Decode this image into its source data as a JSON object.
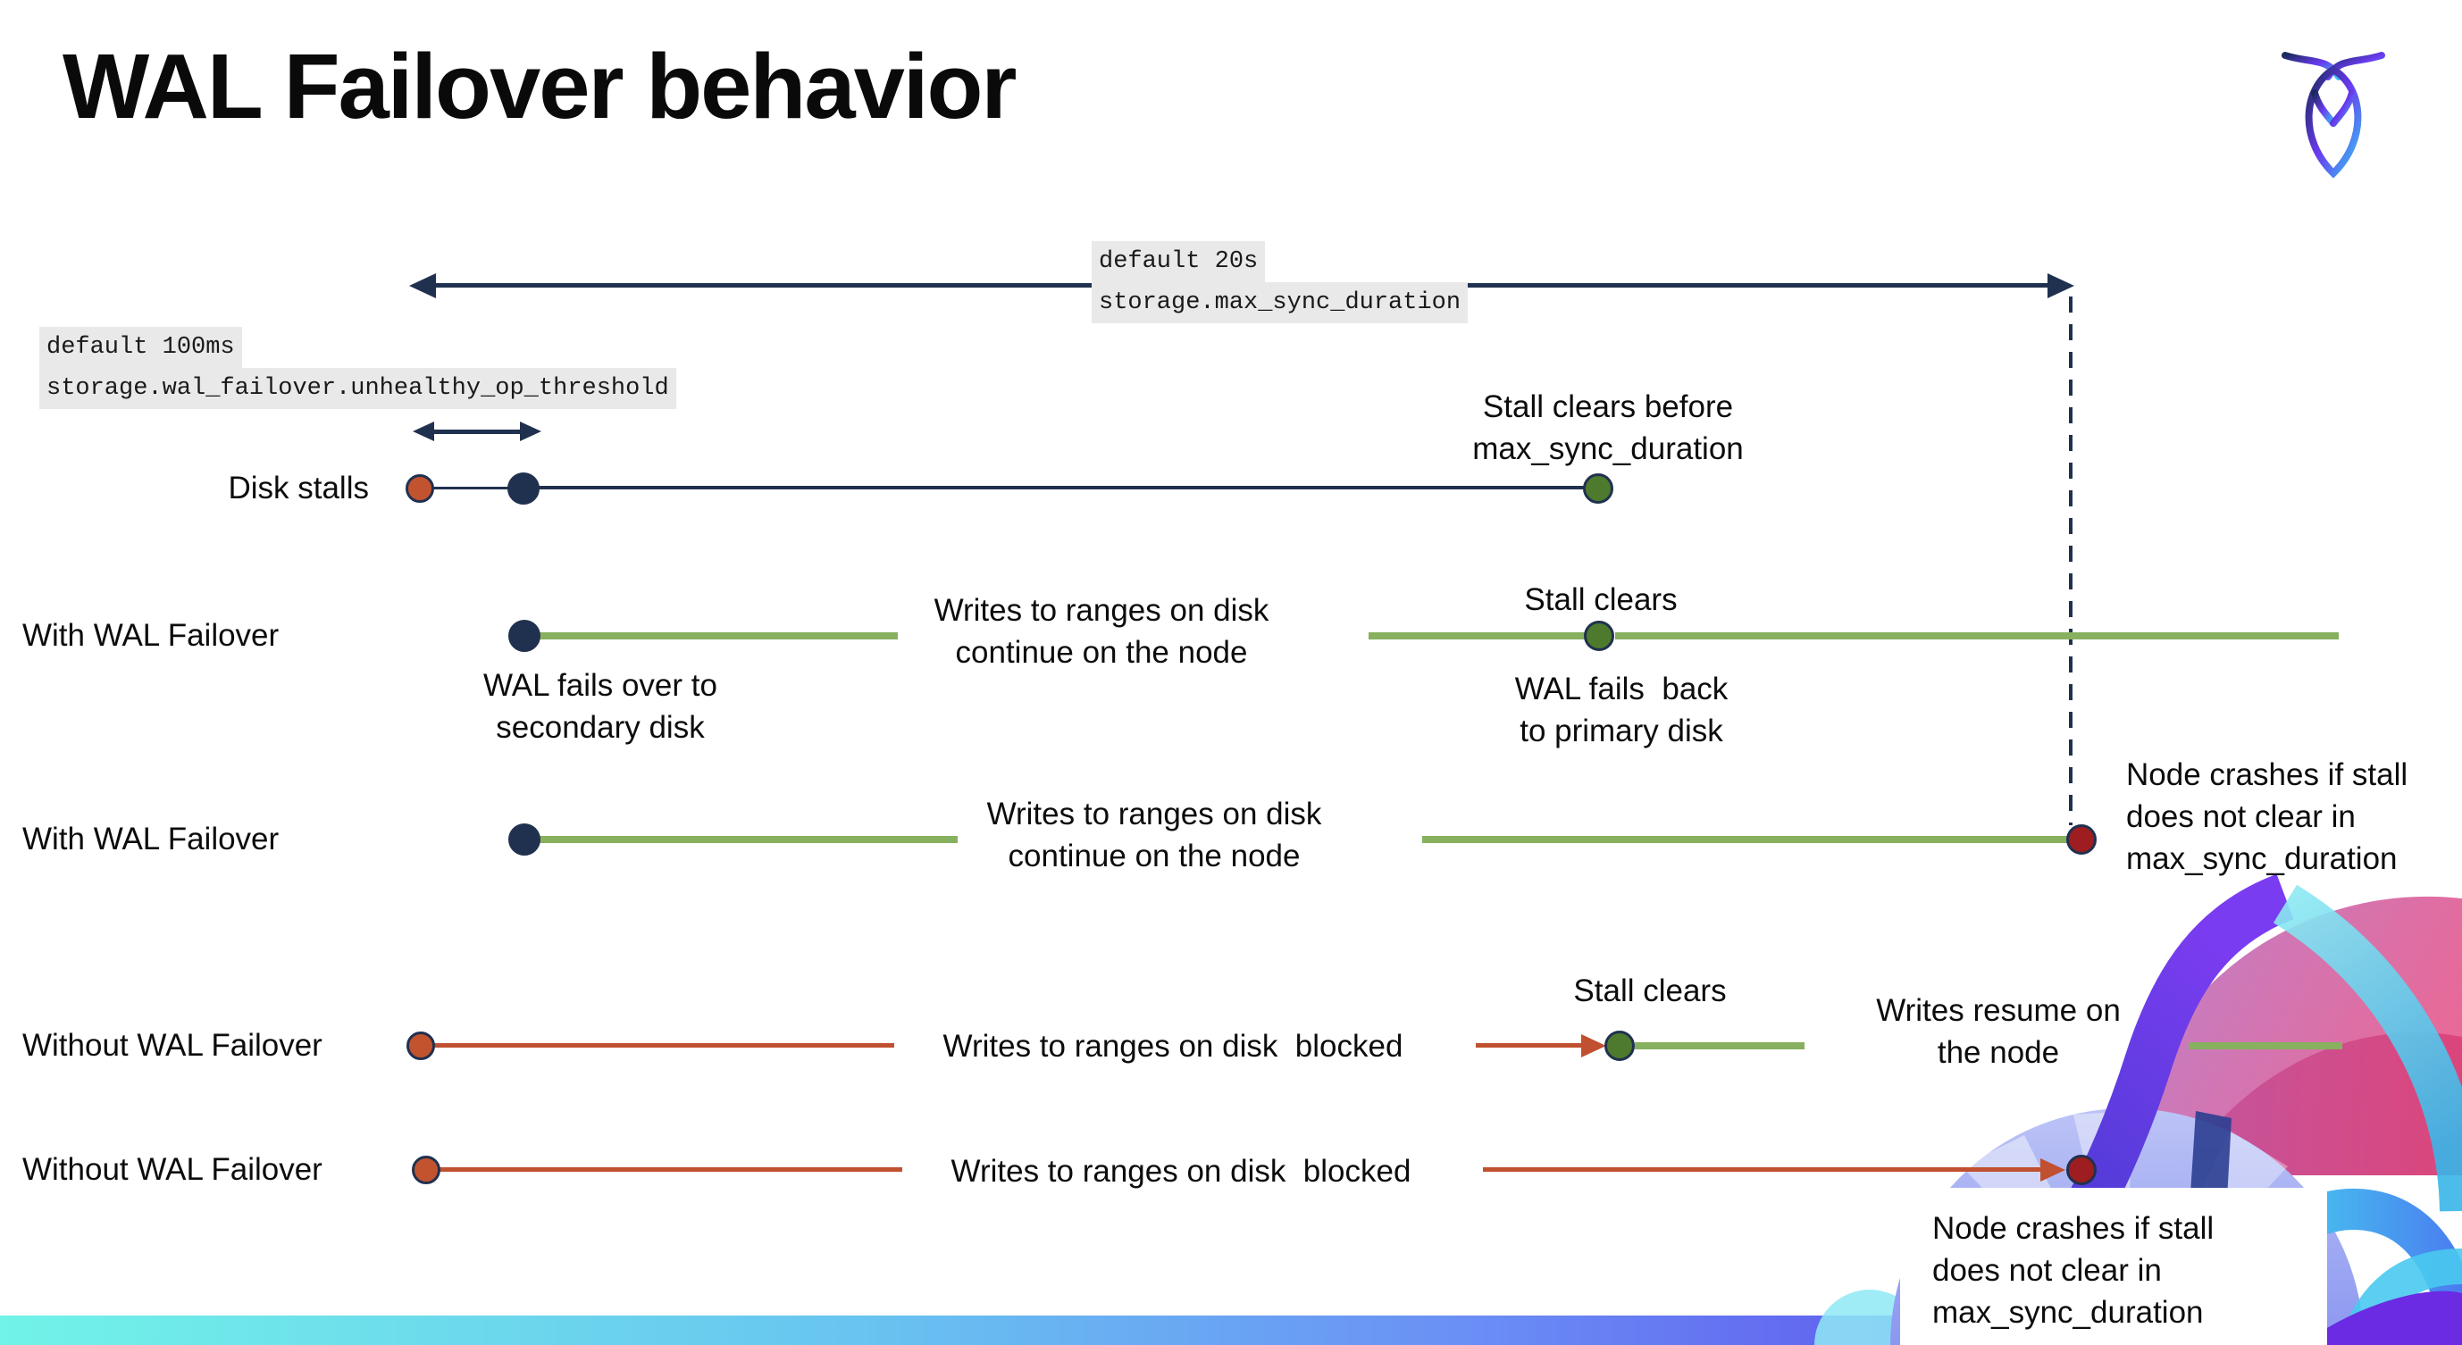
{
  "title": "WAL Failover behavior",
  "callouts": {
    "max_sync_duration": {
      "default_line": "default 20s",
      "setting_line": "storage.max_sync_duration"
    },
    "unhealthy_op_threshold": {
      "default_line": "default 100ms",
      "setting_line": "storage.wal_failover.unhealthy_op_threshold"
    }
  },
  "row_labels": {
    "disk_stalls": "Disk stalls",
    "with_wal_failover_1": "With WAL Failover",
    "with_wal_failover_2": "With WAL Failover",
    "without_wal_failover_1": "Without WAL Failover",
    "without_wal_failover_2": "Without WAL Failover"
  },
  "annotations": {
    "stall_clears_before_line1": "Stall clears before",
    "stall_clears_before_line2": "max_sync_duration",
    "writes_continue_line1": "Writes to ranges on disk",
    "writes_continue_line2": "continue on the node",
    "stall_clears": "Stall clears",
    "wal_fails_over_line1": "WAL fails over to",
    "wal_fails_over_line2": "secondary disk",
    "wal_fails_back_line1": "WAL fails  back",
    "wal_fails_back_line2": "to primary disk",
    "node_crashes_line1": "Node crashes if stall",
    "node_crashes_line2": "does not clear in",
    "node_crashes_line3": "max_sync_duration",
    "writes_blocked": "Writes to ranges on disk  blocked",
    "writes_resume_line1": "Writes resume on",
    "writes_resume_line2": "the node"
  },
  "colors": {
    "navy": "#20314f",
    "timeline_green": "#87b05f",
    "dot_green": "#4e7a2e",
    "stall_red": "#c0502f",
    "crash_red": "#9d1d20",
    "code_background": "#e9e9e9",
    "bar_gradient_left": "#71f3e8",
    "bar_gradient_mid": "#6a8ef5",
    "bar_gradient_right": "#7b3fe4"
  }
}
